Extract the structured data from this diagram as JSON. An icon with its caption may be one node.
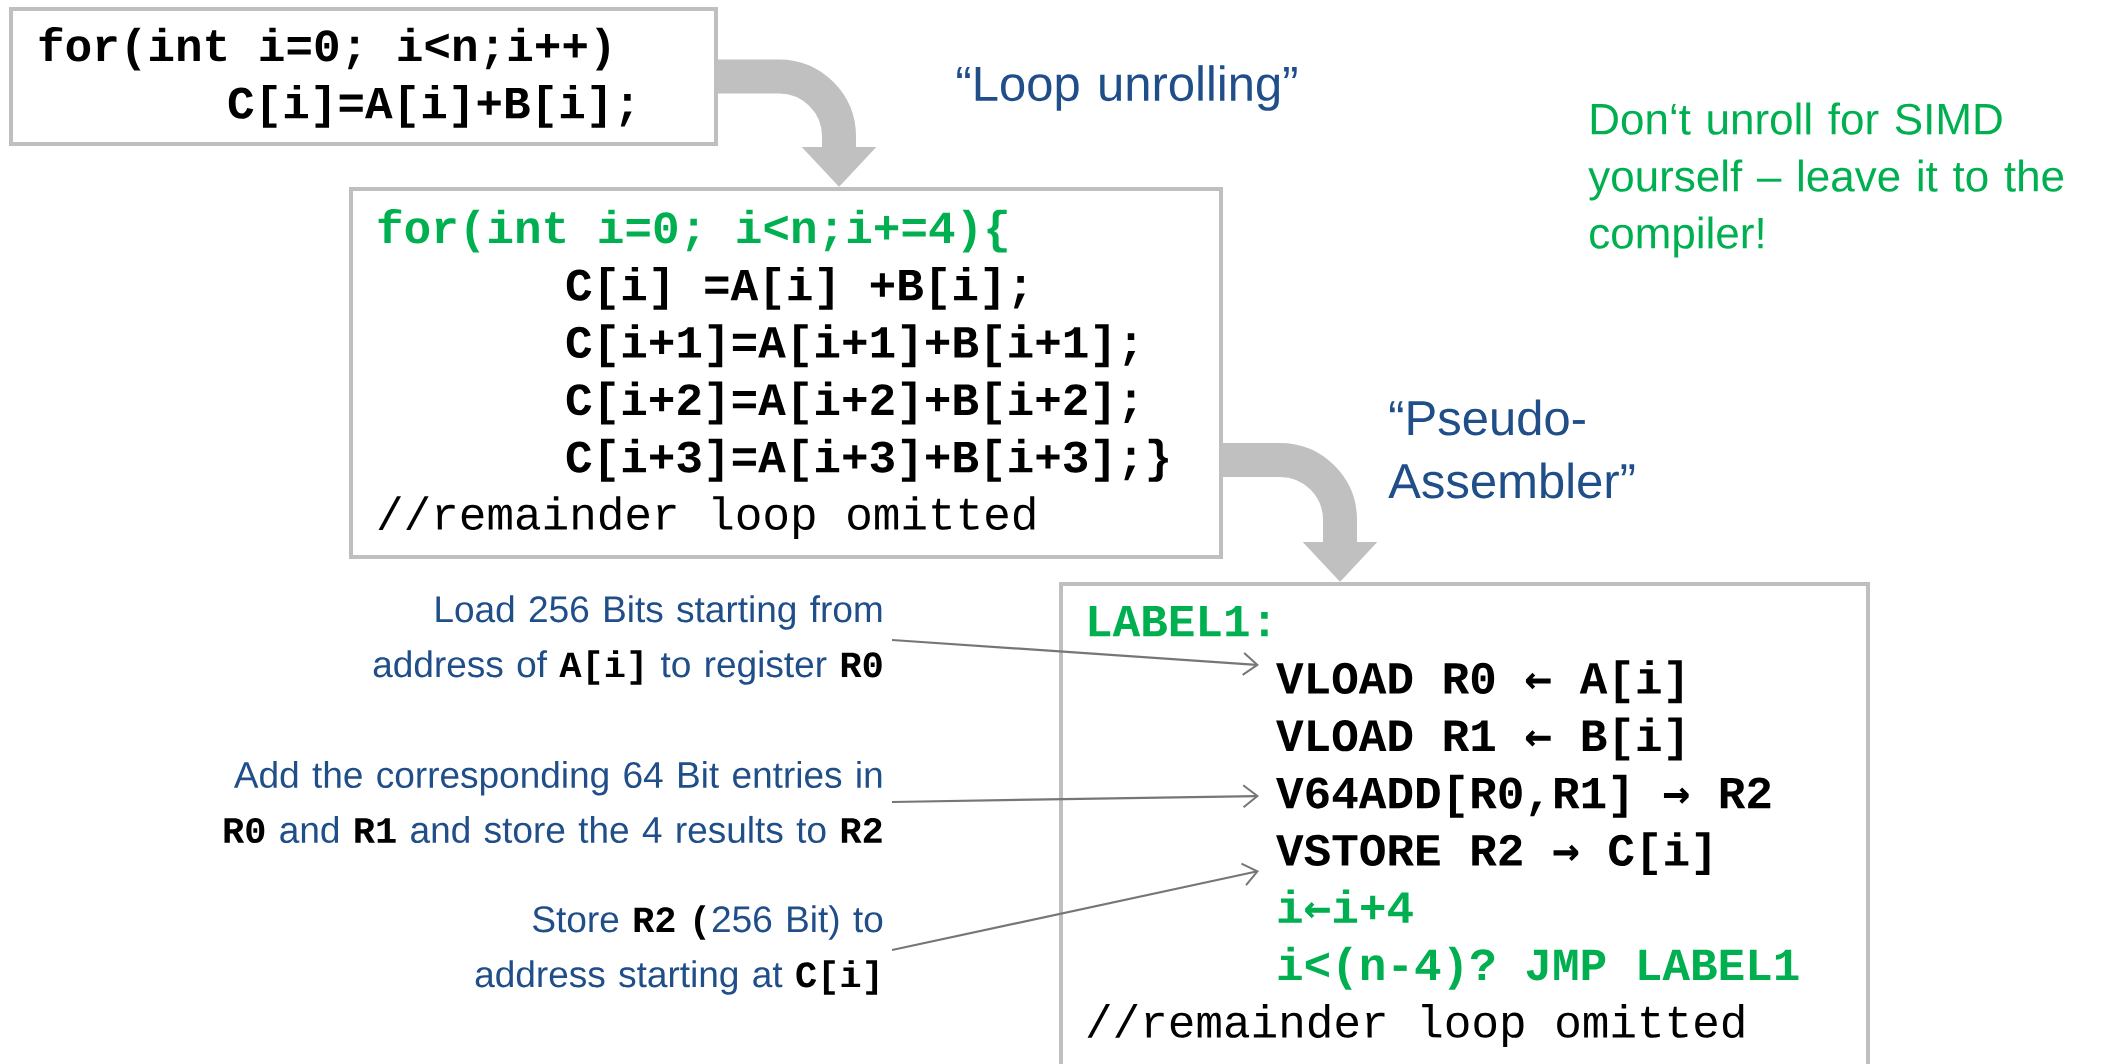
{
  "diagram": {
    "nodes": [
      {
        "text": [
          "for(int i=0; i<n;i++)",
          "C[i]=A[i]+B[i];"
        ]
      },
      {
        "text": [
          "for(int i=0; i<n;i+=4){",
          "C[i]  =A[i]  +B[i];",
          "C[i+1]=A[i+1]+B[i+1];",
          "C[i+2]=A[i+2]+B[i+2];",
          "C[i+3]=A[i+3]+B[i+3];}",
          "//remainder loop omitted"
        ]
      },
      {
        "text": [
          "LABEL1:",
          "VLOAD R0 ← A[i]",
          "VLOAD R1 ← B[i]",
          "V64ADD[R0,R1] → R2",
          "VSTORE R2 → C[i]",
          "i←i+4",
          "i<(n-4)? JMP LABEL1",
          "//remainder loop omitted"
        ]
      },
      {
        "text": [
          "Load 256 Bits starting from address of **A[i]** to register **R0**"
        ]
      },
      {
        "text": [
          "Add the corresponding 64 Bit entries in **R0** and **R1** and store the 4 results to **R2**"
        ]
      },
      {
        "text": [
          "Store **R2 (**256 Bit) to address starting at **C[i]**"
        ]
      }
    ],
    "edges": [
      {
        "from": 0,
        "to": 1,
        "arrow": "to",
        "style": "thick",
        "color": "#c0c0c0"
      },
      {
        "from": 1,
        "to": 2,
        "arrow": "to",
        "style": "thick",
        "color": "#c0c0c0"
      },
      {
        "from": 3,
        "to": 2,
        "arrow": "to"
      },
      {
        "from": 4,
        "to": 2,
        "arrow": "to"
      },
      {
        "from": 5,
        "to": 2,
        "arrow": "to"
      }
    ],
    "labels": [
      "“Loop unrolling”",
      "“Pseudo-Assembler”",
      "Don‘t unroll for SIMD yourself – leave it to the compiler!"
    ]
  }
}
